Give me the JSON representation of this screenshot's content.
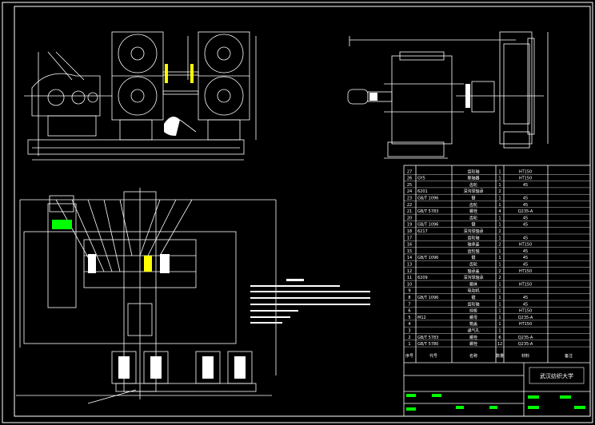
{
  "title_block": {
    "school": "武汉纺织大学",
    "header_labels": [
      "序号",
      "代号",
      "名称",
      "数量",
      "材料",
      "备注"
    ]
  },
  "bom": [
    {
      "no": "27",
      "code": "",
      "name": "齿轮轴",
      "qty": "1",
      "mat": "HT150"
    },
    {
      "no": "26",
      "code": "GY5",
      "name": "联轴器",
      "qty": "1",
      "mat": "HT150"
    },
    {
      "no": "25",
      "code": "",
      "name": "齿轮",
      "qty": "1",
      "mat": "45"
    },
    {
      "no": "24",
      "code": "6201",
      "name": "深沟球轴承",
      "qty": "2",
      "mat": ""
    },
    {
      "no": "23",
      "code": "GB/T 1096",
      "name": "键",
      "qty": "1",
      "mat": "45"
    },
    {
      "no": "22",
      "code": "",
      "name": "齿轮",
      "qty": "1",
      "mat": "45"
    },
    {
      "no": "21",
      "code": "GB/T 5783",
      "name": "螺栓",
      "qty": "4",
      "mat": "Q235-A"
    },
    {
      "no": "20",
      "code": "",
      "name": "齿轮",
      "qty": "1",
      "mat": "45"
    },
    {
      "no": "19",
      "code": "GB/T 1096",
      "name": "键",
      "qty": "1",
      "mat": "45"
    },
    {
      "no": "18",
      "code": "6217",
      "name": "深沟球轴承",
      "qty": "2",
      "mat": ""
    },
    {
      "no": "17",
      "code": "",
      "name": "齿轮轴",
      "qty": "1",
      "mat": "45"
    },
    {
      "no": "16",
      "code": "",
      "name": "轴承盖",
      "qty": "2",
      "mat": "HT150"
    },
    {
      "no": "15",
      "code": "",
      "name": "齿轮轴",
      "qty": "1",
      "mat": "45"
    },
    {
      "no": "14",
      "code": "GB/T 1096",
      "name": "键",
      "qty": "1",
      "mat": "45"
    },
    {
      "no": "13",
      "code": "",
      "name": "齿轮",
      "qty": "1",
      "mat": "45"
    },
    {
      "no": "12",
      "code": "",
      "name": "轴承盖",
      "qty": "2",
      "mat": "HT150"
    },
    {
      "no": "11",
      "code": "6209",
      "name": "深沟球轴承",
      "qty": "2",
      "mat": ""
    },
    {
      "no": "10",
      "code": "",
      "name": "箱体",
      "qty": "1",
      "mat": "HT150"
    },
    {
      "no": "9",
      "code": "",
      "name": "电动机",
      "qty": "1",
      "mat": ""
    },
    {
      "no": "8",
      "code": "GB/T 1096",
      "name": "键",
      "qty": "1",
      "mat": "45"
    },
    {
      "no": "7",
      "code": "",
      "name": "齿轮轴",
      "qty": "1",
      "mat": "45"
    },
    {
      "no": "6",
      "code": "",
      "name": "挡板",
      "qty": "1",
      "mat": "HT150"
    },
    {
      "no": "5",
      "code": "M12",
      "name": "螺母",
      "qty": "1",
      "mat": "Q235-A"
    },
    {
      "no": "4",
      "code": "",
      "name": "箱盖",
      "qty": "1",
      "mat": "HT150"
    },
    {
      "no": "3",
      "code": "",
      "name": "通气孔",
      "qty": "1",
      "mat": ""
    },
    {
      "no": "2",
      "code": "GB/T 5783",
      "name": "螺栓",
      "qty": "6",
      "mat": "Q235-A"
    },
    {
      "no": "1",
      "code": "GB/T 5780",
      "name": "螺栓",
      "qty": "12",
      "mat": "Q235-A"
    }
  ],
  "colors": {
    "line": "#ffffff",
    "accent": "#00ff00",
    "yellow": "#ffff00",
    "magenta": "#ff00ff",
    "background": "#000000"
  }
}
